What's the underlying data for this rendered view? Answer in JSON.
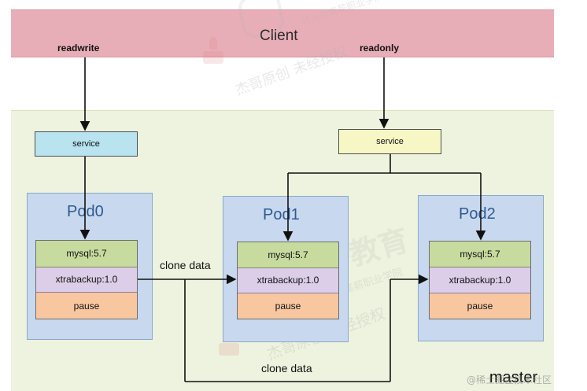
{
  "diagram": {
    "client": "Client",
    "master": "master",
    "labels": {
      "readwrite": "readwrite",
      "readonly": "readonly",
      "clone_data_upper": "clone data",
      "clone_data_lower": "clone data"
    },
    "services": {
      "left": "service",
      "right": "service"
    },
    "pods": [
      {
        "name": "Pod0",
        "mysql": "mysql:5.7",
        "xtrabackup": "xtrabackup:1.0",
        "pause": "pause"
      },
      {
        "name": "Pod1",
        "mysql": "mysql:5.7",
        "xtrabackup": "xtrabackup:1.0",
        "pause": "pause"
      },
      {
        "name": "Pod2",
        "mysql": "mysql:5.7",
        "xtrabackup": "xtrabackup:1.0",
        "pause": "pause"
      }
    ]
  },
  "watermark": {
    "top": "IT人的高薪职业学院",
    "middle": "杰哥原创 未经授权",
    "brand": "马哥教育",
    "corner": "@稀土掘金技术社区"
  },
  "colors": {
    "client_bg": "#e8aeb8",
    "master_bg": "#eef3df",
    "pod_bg": "#c8d9ef",
    "pod_title": "#2f5a91",
    "service_left": "#b8e3ef",
    "service_right": "#f6f7c5",
    "mysql_layer": "#c8db9f",
    "xtrabackup_layer": "#dccde8",
    "pause_layer": "#f8c7a0"
  }
}
